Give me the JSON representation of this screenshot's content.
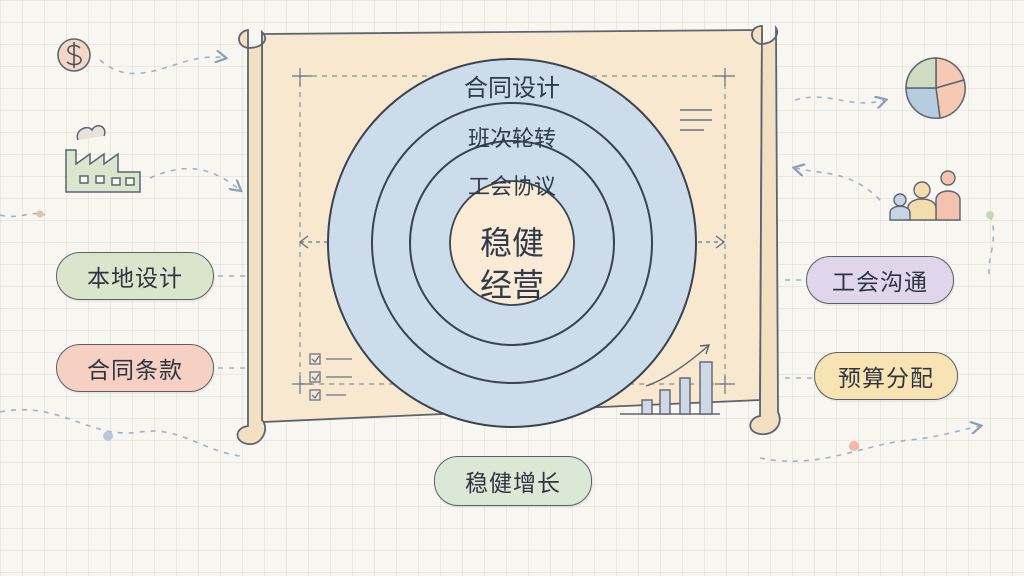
{
  "center": {
    "line1": "稳健",
    "line2": "经营"
  },
  "rings": [
    {
      "label": "合同设计"
    },
    {
      "label": "班次轮转"
    },
    {
      "label": "工会协议"
    }
  ],
  "left_items": [
    {
      "label": "本地设计",
      "color": "#d9e6cc"
    },
    {
      "label": "合同条款",
      "color": "#f6d0c2"
    }
  ],
  "right_items": [
    {
      "label": "工会沟通",
      "color": "#e0d6ec"
    },
    {
      "label": "预算分配",
      "color": "#f8e3b3"
    }
  ],
  "bottom_item": {
    "label": "稳健增长",
    "color": "#dbe8d6"
  },
  "icons": {
    "top_left": "dollar-coin-icon",
    "left": "factory-icon",
    "top_right": "pie-chart-icon",
    "right": "people-group-icon",
    "scroll_bottom_right": "bar-chart-trend-icon",
    "scroll_bottom_left": "checklist-icon",
    "scroll_top_right": "text-lines-icon"
  },
  "colors": {
    "scroll": "#f8e8cf",
    "ring_fill": "#cddcea",
    "center_fill": "#f9ebd6",
    "ink": "#3b4350"
  }
}
